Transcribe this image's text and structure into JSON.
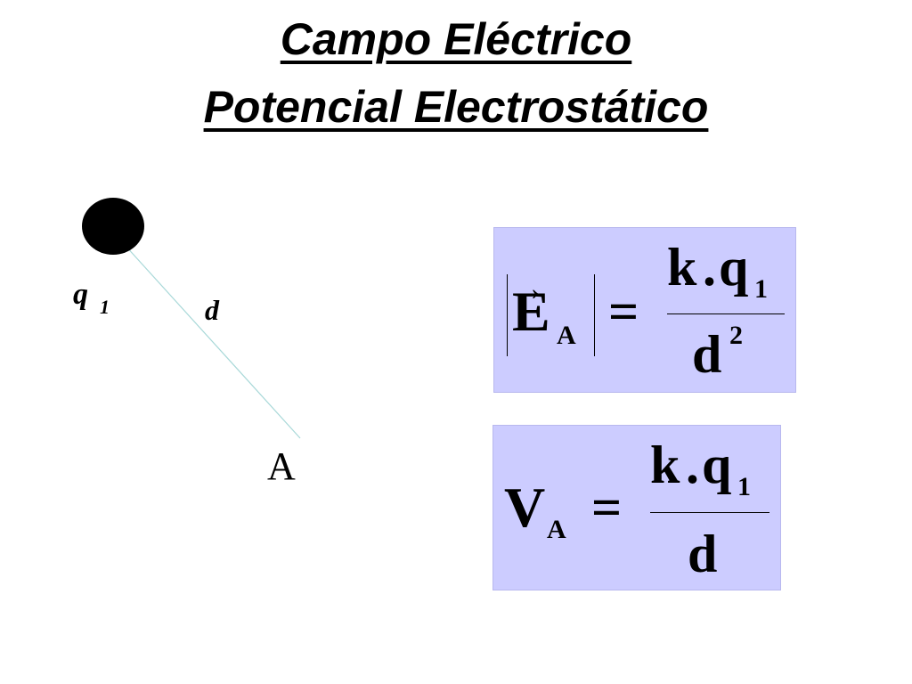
{
  "slide": {
    "title_line1": "Campo Eléctrico",
    "title_line2": "Potencial Electrostático"
  },
  "diagram": {
    "charge_symbol": "q",
    "charge_subscript": "1",
    "distance_label": "d",
    "point_label": "A"
  },
  "formula_field": {
    "lhs_symbol": "E",
    "vector_arrow": "→",
    "lhs_subscript": "A",
    "equals": "=",
    "numerator_k": "k",
    "numerator_dot": ".",
    "numerator_q": "q",
    "numerator_sub": "1",
    "denominator": "d",
    "denominator_exp": "2"
  },
  "formula_potential": {
    "lhs_symbol": "V",
    "lhs_subscript": "A",
    "equals": "=",
    "numerator_k": "k",
    "numerator_dot": ".",
    "numerator_q": "q",
    "numerator_sub": "1",
    "denominator": "d"
  },
  "colors": {
    "formula_background": "#ccccff",
    "distance_line": "#a8d8d8"
  }
}
